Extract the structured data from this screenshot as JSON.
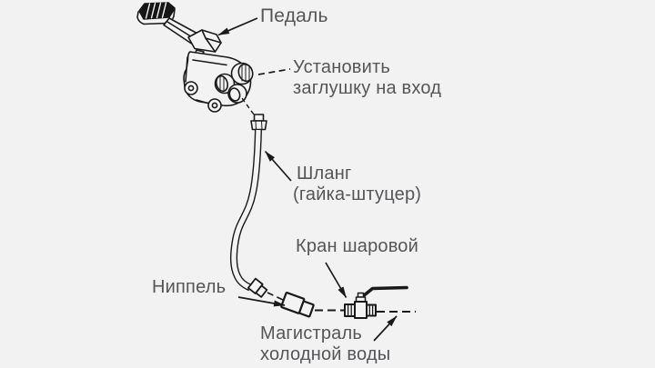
{
  "diagram": {
    "colors": {
      "background": "#f2f2f2",
      "line": "#1a1a1a",
      "text": "#55555a"
    },
    "labels": {
      "pedal": "Педаль",
      "inlet_plug": {
        "line1": "Установить",
        "line2": "заглушку на вход"
      },
      "hose": {
        "line1": "Шланг",
        "line2": "(гайка-штуцер)"
      },
      "ball_valve": "Кран шаровой",
      "nipple": "Ниппель",
      "cold_water_main": {
        "line1": "Магистраль",
        "line2": "холодной воды"
      }
    }
  }
}
